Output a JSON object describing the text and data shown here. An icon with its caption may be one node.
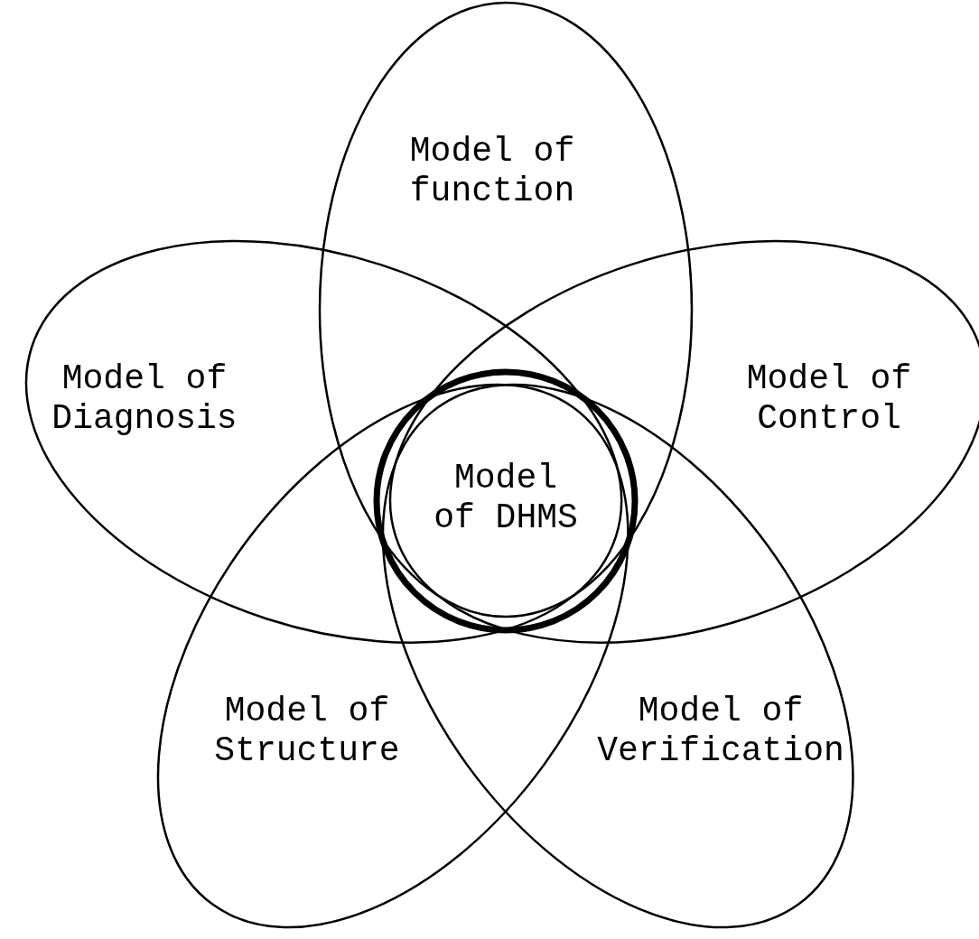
{
  "diagram": {
    "nodes": [
      {
        "text": [
          "Model of function"
        ]
      },
      {
        "text": [
          "Model of Diagnosis"
        ]
      },
      {
        "text": [
          "Model of DHMS"
        ]
      },
      {
        "text": [
          "Model of Control"
        ]
      },
      {
        "text": [
          "Model of Structure"
        ]
      },
      {
        "text": [
          "Model of Verification"
        ]
      }
    ]
  }
}
